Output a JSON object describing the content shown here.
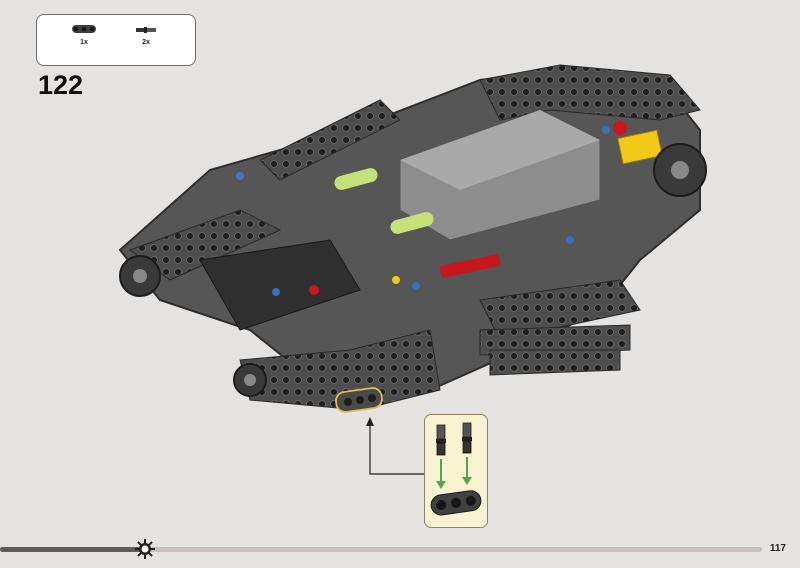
{
  "step": {
    "number": "122"
  },
  "parts_list": [
    {
      "qty": "1x",
      "icon": "beam-3-icon"
    },
    {
      "qty": "2x",
      "icon": "pin-with-axle-icon"
    }
  ],
  "callout": {
    "icon": "subassembly-beam-with-pins-icon"
  },
  "progress": {
    "fraction": 0.19
  },
  "page": {
    "number": "117"
  },
  "colors": {
    "background": "#e4e3e2",
    "callout_bg": "#f7f2cf",
    "accent_green": "#4ea84a",
    "brick_dark": "#4a4a4a"
  }
}
